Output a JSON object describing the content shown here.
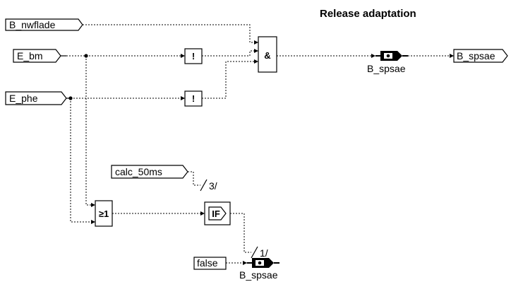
{
  "title": "Release adaptation",
  "inputs": {
    "b_nwflade": "B_nwflade",
    "e_bm": "E_bm",
    "e_phe": "E_phe",
    "calc_50ms": "calc_50ms",
    "false_const": "false"
  },
  "output": "B_spsae",
  "messages": {
    "top": "B_spsae",
    "bottom": "B_spsae"
  },
  "blocks": {
    "not_symbol": "!",
    "and_symbol": "&",
    "or_symbol": "≥1",
    "if_symbol": "IF"
  },
  "sequence": {
    "first": "3/",
    "second": "1/"
  }
}
